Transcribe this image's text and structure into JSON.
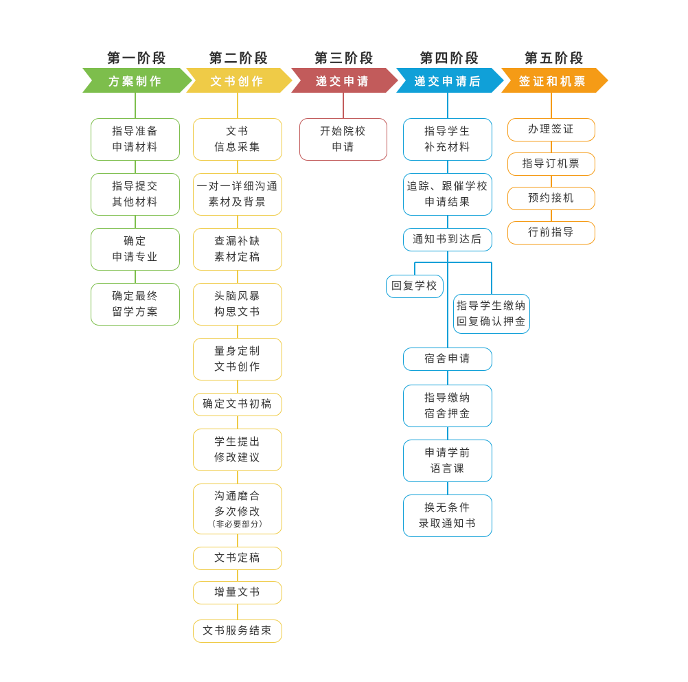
{
  "diagram": {
    "title_lang": "zh",
    "colors": {
      "green": "#7DBE4C",
      "yellow": "#EFCB47",
      "red": "#C25B5B",
      "blue": "#10A0D8",
      "orange": "#F59B16",
      "box_text": "#333333",
      "heading_text": "#2e2e2e",
      "background": "#ffffff"
    }
  },
  "phases": [
    {
      "id": "phase-1",
      "heading": "第一阶段",
      "banner": "方案制作",
      "color": "#7DBE4C",
      "nodes": [
        {
          "id": "p1-n1",
          "lines": [
            "指导准备",
            "申请材料"
          ]
        },
        {
          "id": "p1-n2",
          "lines": [
            "指导提交",
            "其他材料"
          ]
        },
        {
          "id": "p1-n3",
          "lines": [
            "确定",
            "申请专业"
          ]
        },
        {
          "id": "p1-n4",
          "lines": [
            "确定最终",
            "留学方案"
          ]
        }
      ]
    },
    {
      "id": "phase-2",
      "heading": "第二阶段",
      "banner": "文书创作",
      "color": "#EFCB47",
      "nodes": [
        {
          "id": "p2-n1",
          "lines": [
            "文书",
            "信息采集"
          ]
        },
        {
          "id": "p2-n2",
          "lines": [
            "一对一详细沟通",
            "素材及背景"
          ]
        },
        {
          "id": "p2-n3",
          "lines": [
            "查漏补缺",
            "素材定稿"
          ]
        },
        {
          "id": "p2-n4",
          "lines": [
            "头脑风暴",
            "构思文书"
          ]
        },
        {
          "id": "p2-n5",
          "lines": [
            "量身定制",
            "文书创作"
          ]
        },
        {
          "id": "p2-n6",
          "lines": [
            "确定文书初稿"
          ]
        },
        {
          "id": "p2-n7",
          "lines": [
            "学生提出",
            "修改建议"
          ]
        },
        {
          "id": "p2-n8",
          "lines": [
            "沟通磨合",
            "多次修改"
          ],
          "note": "（非必要部分）"
        },
        {
          "id": "p2-n9",
          "lines": [
            "文书定稿"
          ]
        },
        {
          "id": "p2-n10",
          "lines": [
            "增量文书"
          ]
        },
        {
          "id": "p2-n11",
          "lines": [
            "文书服务结束"
          ]
        }
      ]
    },
    {
      "id": "phase-3",
      "heading": "第三阶段",
      "banner": "递交申请",
      "color": "#C25B5B",
      "nodes": [
        {
          "id": "p3-n1",
          "lines": [
            "开始院校",
            "申请"
          ]
        }
      ]
    },
    {
      "id": "phase-4",
      "heading": "第四阶段",
      "banner": "递交申请后",
      "color": "#10A0D8",
      "nodes": [
        {
          "id": "p4-n1",
          "lines": [
            "指导学生",
            "补充材料"
          ]
        },
        {
          "id": "p4-n2",
          "lines": [
            "追踪、跟催学校",
            "申请结果"
          ]
        },
        {
          "id": "p4-n3",
          "lines": [
            "通知书到达后"
          ]
        },
        {
          "id": "p4-b1",
          "lines": [
            "回复学校"
          ],
          "branch": "left"
        },
        {
          "id": "p4-b2",
          "lines": [
            "指导学生缴纳",
            "回复确认押金"
          ],
          "branch": "right"
        },
        {
          "id": "p4-n4",
          "lines": [
            "宿舍申请"
          ]
        },
        {
          "id": "p4-n5",
          "lines": [
            "指导缴纳",
            "宿舍押金"
          ]
        },
        {
          "id": "p4-n6",
          "lines": [
            "申请学前",
            "语言课"
          ]
        },
        {
          "id": "p4-n7",
          "lines": [
            "换无条件",
            "录取通知书"
          ]
        }
      ]
    },
    {
      "id": "phase-5",
      "heading": "第五阶段",
      "banner": "签证和机票",
      "color": "#F59B16",
      "nodes": [
        {
          "id": "p5-n1",
          "lines": [
            "办理签证"
          ]
        },
        {
          "id": "p5-n2",
          "lines": [
            "指导订机票"
          ]
        },
        {
          "id": "p5-n3",
          "lines": [
            "预约接机"
          ]
        },
        {
          "id": "p5-n4",
          "lines": [
            "行前指导"
          ]
        }
      ]
    }
  ]
}
